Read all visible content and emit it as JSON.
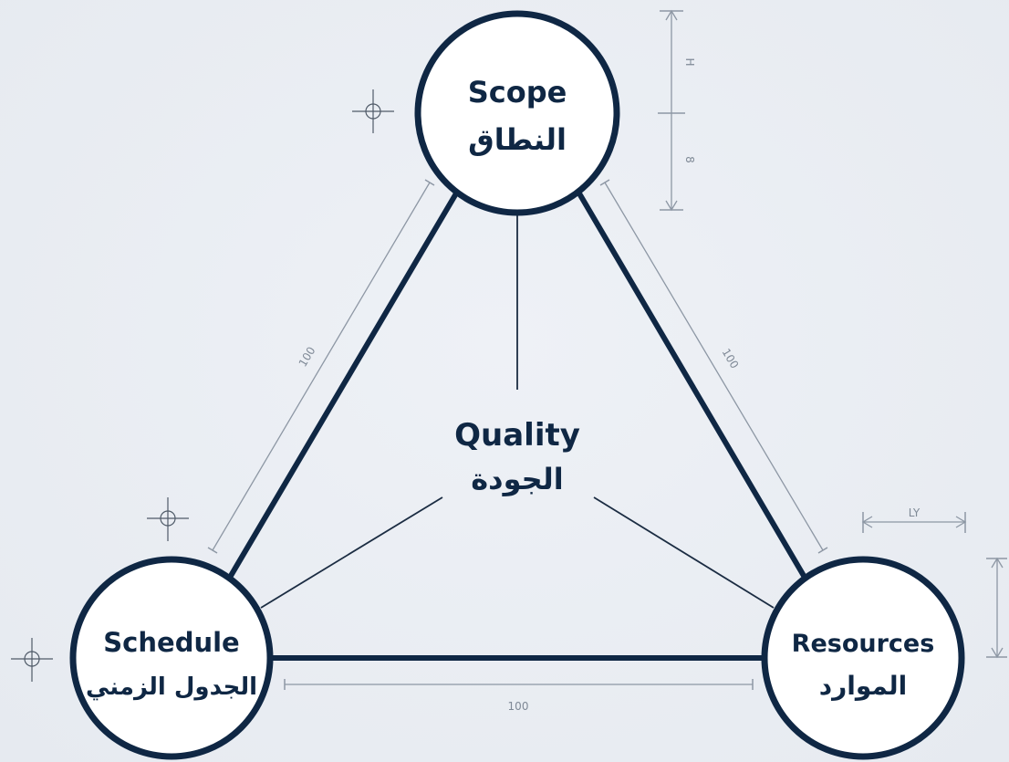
{
  "diagram": {
    "nodes": {
      "scope": {
        "label_en": "Scope",
        "label_ar": "النطاق"
      },
      "schedule": {
        "label_en": "Schedule",
        "label_ar": "الجدول الزمني"
      },
      "resources": {
        "label_en": "Resources",
        "label_ar": "الموارد"
      },
      "quality": {
        "label_en": "Quality",
        "label_ar": "الجودة"
      }
    },
    "dimensions": {
      "left_edge": "100",
      "right_edge": "100",
      "bottom_edge": "100",
      "scope_height_top": "H",
      "scope_height_bottom": "8",
      "resources_width": "LY"
    },
    "colors": {
      "primary": "#0f2744",
      "background": "#e9edf3",
      "dimension": "#8d97a4"
    }
  }
}
